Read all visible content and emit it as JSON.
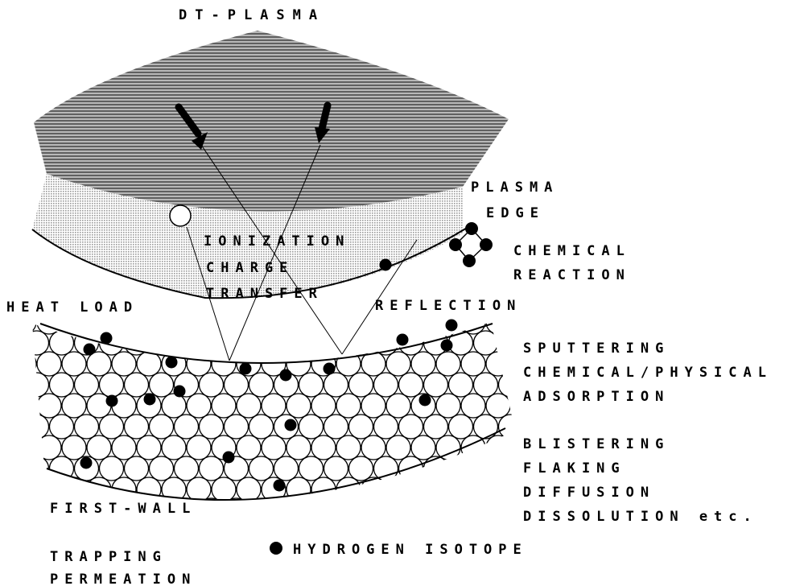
{
  "title": "DT-PLASMA",
  "labels": {
    "plasma_edge_1": "PLASMA",
    "plasma_edge_2": "EDGE",
    "ionization": "IONIZATION",
    "charge": "CHARGE",
    "transfer": "TRANSFER",
    "chemical_reaction_1": "CHEMICAL",
    "chemical_reaction_2": "REACTION",
    "heat_load": "HEAT LOAD",
    "reflection": "REFLECTION",
    "sputtering": "SPUTTERING",
    "chem_phys": "CHEMICAL/PHYSICAL",
    "adsorption": "ADSORPTION",
    "blistering": "BLISTERING",
    "flaking": "FLAKING",
    "diffusion": "DIFFUSION",
    "dissolution": "DISSOLUTION etc.",
    "first_wall": "FIRST-WALL",
    "trapping": "TRAPPING",
    "permeation": "PERMEATION",
    "legend": "HYDROGEN ISOTOPE"
  },
  "colors": {
    "ink": "#000000",
    "paper": "#ffffff",
    "edge_shade": "#d9d9d9",
    "core_shade": "#8c8c8c"
  }
}
